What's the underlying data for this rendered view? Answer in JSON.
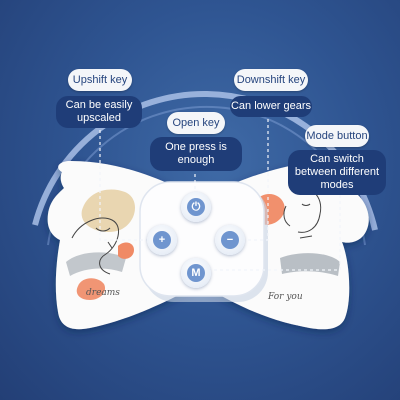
{
  "labels": {
    "upshift": {
      "title": "Upshift key",
      "desc": "Can be easily upscaled"
    },
    "open": {
      "title": "Open key",
      "desc": "One press is enough"
    },
    "downshift": {
      "title": "Downshift key",
      "desc": "Can lower gears"
    },
    "mode": {
      "title": "Mode button",
      "desc": "Can switch between different modes"
    }
  },
  "buttons": {
    "plus": "+",
    "minus": "−",
    "mode": "M",
    "power": "⏻"
  },
  "pad_text": {
    "left": "dreams",
    "right": "For you"
  },
  "colors": {
    "background": "#2f5592",
    "bubble": "#f4f6f9",
    "desc_bg": "#1f3d78",
    "button_accent": "#6f95cf",
    "beige_blob": "#e7d2a8",
    "orange_blob": "#f08a65",
    "gray_blob": "#a9b0b8"
  }
}
